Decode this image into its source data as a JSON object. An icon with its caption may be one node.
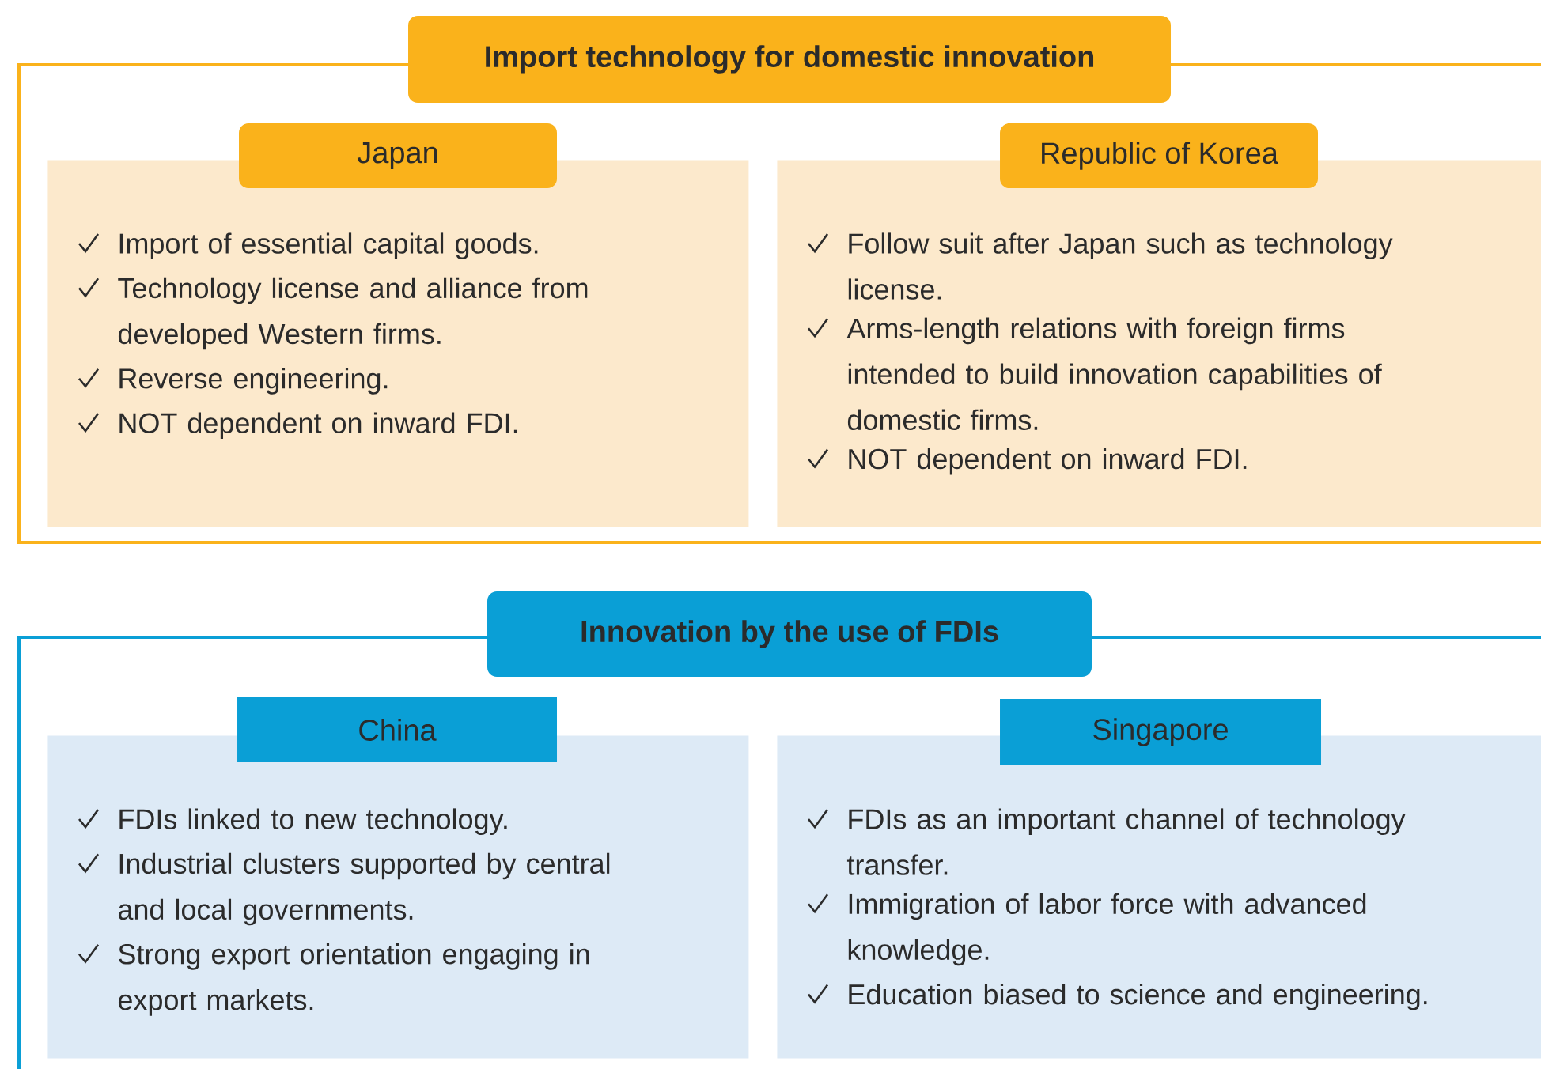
{
  "diagram": {
    "nodes": [
      {
        "text": [
          "Import technology for domestic innovation"
        ]
      },
      {
        "text": [
          "Japan",
          "Import of essential capital goods.",
          "Technology license and alliance from developed Western firms.",
          "Reverse engineering.",
          "NOT dependent on inward FDI."
        ],
        "in": 0
      },
      {
        "text": [
          "Republic of Korea",
          "Follow suit after Japan such as technology license.",
          "Arms-length relations with foreign firms intended to build innovation capabilities of domestic firms.",
          "NOT dependent on inward FDI."
        ],
        "in": 0
      },
      {
        "text": [
          "Innovation by the use of FDIs"
        ]
      },
      {
        "text": [
          "China",
          "FDIs linked to new technology.",
          "Industrial clusters supported by central and local governments.",
          "Strong export orientation engaging in export markets."
        ],
        "in": 3
      },
      {
        "text": [
          "Singapore",
          "FDIs as an important channel of technology transfer.",
          "Immigration of labor force with advanced knowledge.",
          "Education biased to science and engineering."
        ],
        "in": 3
      }
    ]
  }
}
